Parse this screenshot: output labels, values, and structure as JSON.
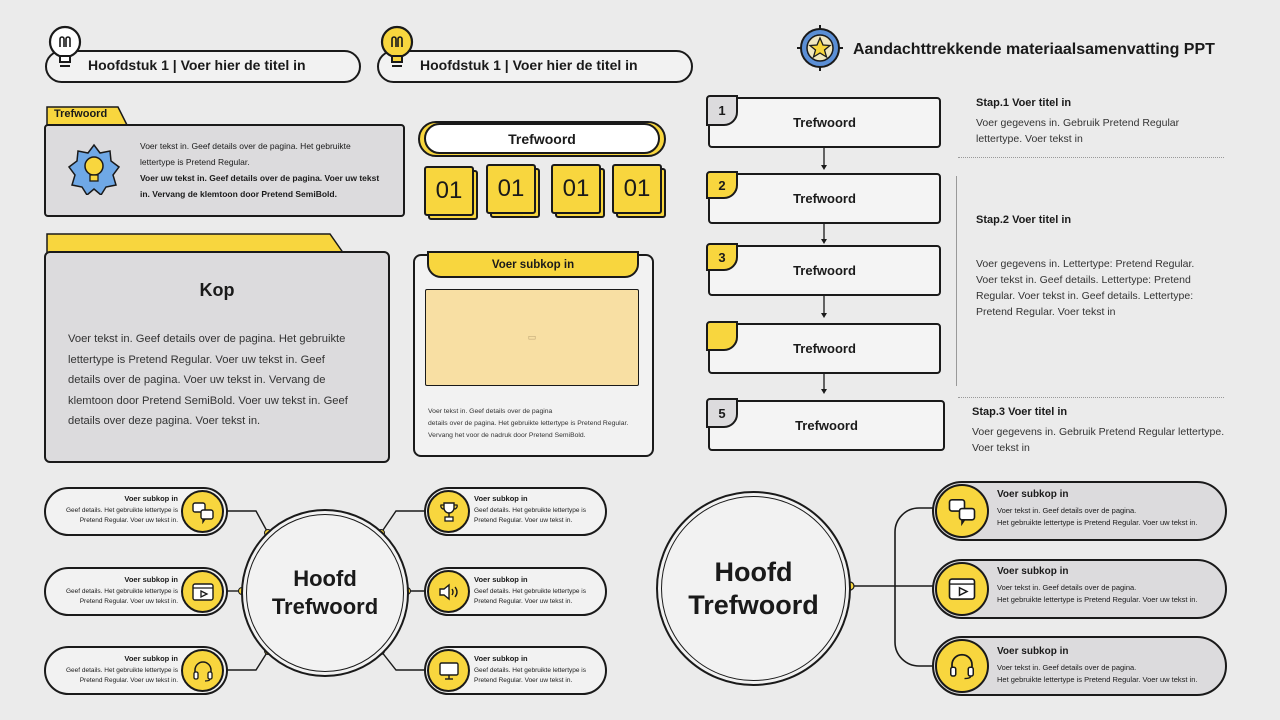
{
  "header": {
    "chapter_1": "Hoofdstuk 1 | Voer hier de titel in",
    "chapter_2": "Hoofdstuk 1 | Voer hier de titel in",
    "title": "Aandachttrekkende materiaalsamenvatting PPT"
  },
  "info_card": {
    "tab": "Trefwoord",
    "line1": "Voer tekst in. Geef details over de pagina. Het gebruikte",
    "line2": "lettertype is Pretend Regular.",
    "line3": "Voer uw tekst in. Geef details over de pagina. Voer uw tekst",
    "line4": "in. Vervang de klemtoon door Pretend SemiBold."
  },
  "keyword_numbers": {
    "title": "Trefwoord",
    "items": [
      "01",
      "01",
      "01",
      "01"
    ]
  },
  "folder": {
    "heading": "Kop",
    "line1": "Voer tekst in. Geef details over de pagina. Het gebruikte",
    "line2": "lettertype is Pretend Regular. Voer uw tekst in. Geef",
    "line3": "details over de pagina. Voer uw tekst in. Vervang de",
    "line4": "klemtoon door Pretend SemiBold. Voer uw tekst in. Geef",
    "line5": "details over deze pagina. Voer tekst in."
  },
  "image_card": {
    "subhead": "Voer subkop in",
    "line1": "Voer tekst in. Geef details over de pagina",
    "line2": "details over de pagina. Het gebruikte lettertype is Pretend Regular.",
    "line3": "Vervang het voor de nadruk door Pretend SemiBold."
  },
  "flow": {
    "items": [
      {
        "num": "1",
        "label": "Trefwoord"
      },
      {
        "num": "2",
        "label": "Trefwoord"
      },
      {
        "num": "3",
        "label": "Trefwoord"
      },
      {
        "num": "",
        "label": "Trefwoord"
      },
      {
        "num": "5",
        "label": "Trefwoord"
      }
    ],
    "steps": [
      {
        "title": "Stap.1  Voer titel in",
        "line1": "Voer gegevens in. Gebruik Pretend Regular",
        "line2": "lettertype. Voer tekst in"
      },
      {
        "title": "Stap.2  Voer titel in",
        "line1": "Voer gegevens in. Lettertype: Pretend Regular.",
        "line2": "Voer tekst in. Geef details. Lettertype: Pretend",
        "line3": "Regular. Voer tekst in. Geef details. Lettertype:",
        "line4": "Pretend Regular. Voer tekst in"
      },
      {
        "title": "Stap.3   Voer titel in",
        "line1": "Voer gegevens in. Gebruik Pretend Regular lettertype.",
        "line2": "Voer tekst in"
      }
    ]
  },
  "mindmap_left": {
    "center_line1": "Hoofd",
    "center_line2": "Trefwoord",
    "left_nodes": [
      {
        "title": "Voer subkop in",
        "line1": "Geef details. Het gebruikte lettertype is",
        "line2": "Pretend Regular. Voer uw tekst in.",
        "icon": "chat-icon"
      },
      {
        "title": "Voer subkop in",
        "line1": "Geef details. Het gebruikte lettertype is",
        "line2": "Pretend Regular. Voer uw tekst in.",
        "icon": "video-icon"
      },
      {
        "title": "Voer subkop in",
        "line1": "Geef details. Het gebruikte lettertype is",
        "line2": "Pretend Regular. Voer uw tekst in.",
        "icon": "headset-icon"
      }
    ],
    "right_nodes": [
      {
        "title": "Voer subkop in",
        "line1": "Geef details. Het gebruikte lettertype is",
        "line2": "Pretend Regular. Voer uw tekst in.",
        "icon": "trophy-icon"
      },
      {
        "title": "Voer subkop in",
        "line1": "Geef details. Het gebruikte lettertype is",
        "line2": "Pretend Regular. Voer uw tekst in.",
        "icon": "speaker-icon"
      },
      {
        "title": "Voer subkop in",
        "line1": "Geef details. Het gebruikte lettertype is",
        "line2": "Pretend Regular. Voer uw tekst in.",
        "icon": "monitor-icon"
      }
    ]
  },
  "mindmap_right": {
    "center_line1": "Hoofd",
    "center_line2": "Trefwoord",
    "nodes": [
      {
        "title": "Voer subkop in",
        "line1": "Voer tekst in. Geef details over de pagina.",
        "line2": "Het gebruikte lettertype is Pretend Regular. Voer uw tekst in.",
        "icon": "chat-icon"
      },
      {
        "title": "Voer subkop in",
        "line1": "Voer tekst in. Geef details over de pagina.",
        "line2": "Het gebruikte lettertype is Pretend Regular. Voer uw tekst in.",
        "icon": "video-icon"
      },
      {
        "title": "Voer subkop in",
        "line1": "Voer tekst in. Geef details over de pagina.",
        "line2": "Het gebruikte lettertype is Pretend Regular. Voer uw tekst in.",
        "icon": "headset-icon"
      }
    ]
  },
  "colors": {
    "accent": "#f8d63e",
    "line": "#1a1a1a",
    "card": "#dcdbdd",
    "image_fill": "#f8dfa3"
  }
}
